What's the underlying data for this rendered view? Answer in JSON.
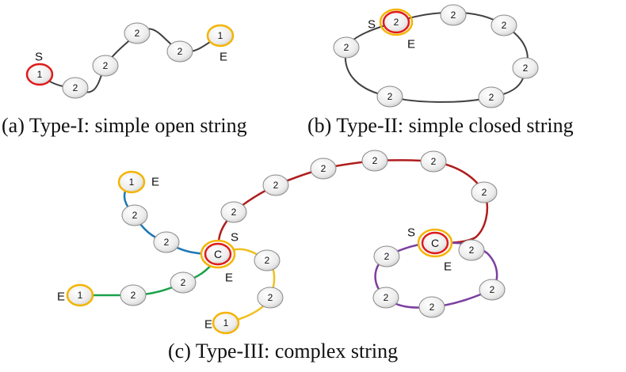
{
  "colors": {
    "start_ring": "#e01b1b",
    "end_ring": "#f4b400",
    "edge_gray": "#404040",
    "edge_red": "#b01c1c",
    "edge_blue": "#1f78b4",
    "edge_green": "#1aa24b",
    "edge_yellow": "#f0c020",
    "edge_purple": "#7b3fa0"
  },
  "captions": {
    "a": "(a) Type-I: simple open string",
    "b": "(b) Type-II: simple closed string",
    "c": "(c) Type-III: complex string"
  },
  "labels": {
    "start": "S",
    "end": "E"
  },
  "node_values": {
    "one": "1",
    "two": "2",
    "center": "C"
  }
}
